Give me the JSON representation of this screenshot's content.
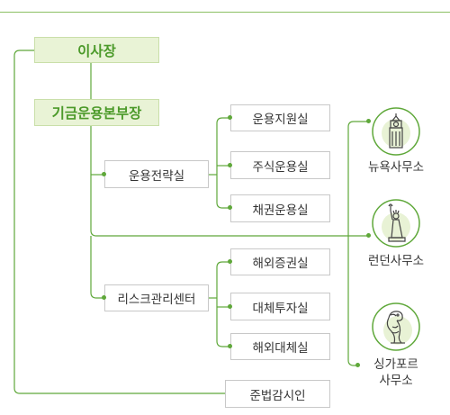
{
  "org": {
    "chairman": "이사장",
    "cio": "기금운용본부장",
    "strategy": "운용전략실",
    "risk": "리스크관리센터",
    "compliance": "준법감시인",
    "units": [
      "운용지원실",
      "주식운용실",
      "채권운용실",
      "해외증권실",
      "대체투자실",
      "해외대체실"
    ],
    "offices": {
      "newyork": "뉴욕사무소",
      "london": "런던사무소",
      "singapore_line1": "싱가포르",
      "singapore_line2": "사무소"
    }
  },
  "colors": {
    "line": "#5fa83a",
    "box_fill": "#e9f3d6",
    "box_text": "#4c9a2a",
    "icon_bg": "#e8f2d5"
  },
  "icons": [
    "big-ben-icon",
    "statue-of-liberty-icon",
    "merlion-icon"
  ]
}
